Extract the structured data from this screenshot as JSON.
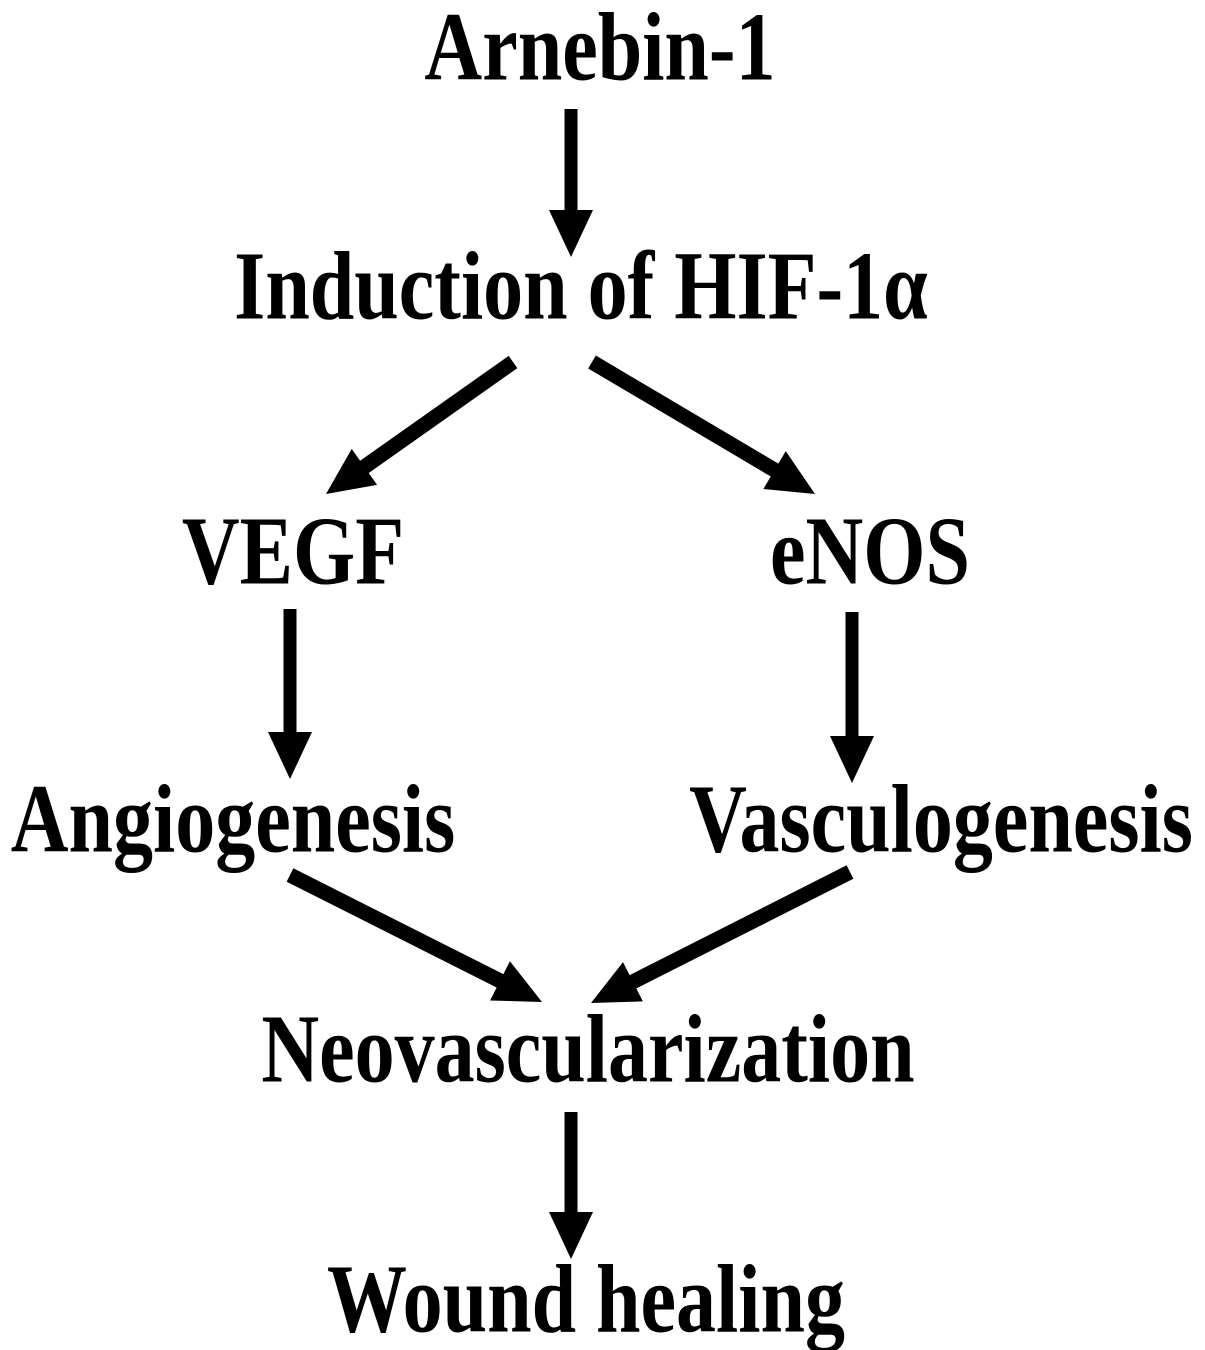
{
  "diagram": {
    "nodes": {
      "arnebin": {
        "label": "Arnebin-1"
      },
      "hif": {
        "label": "Induction of HIF-1α"
      },
      "vegf": {
        "label": "VEGF"
      },
      "enos": {
        "label": "eNOS"
      },
      "angiogenesis": {
        "label": "Angiogenesis"
      },
      "vasculogenesis": {
        "label": "Vasculogenesis"
      },
      "neovascularization": {
        "label": "Neovascularization"
      },
      "wound_healing": {
        "label": "Wound healing"
      }
    },
    "edges": [
      {
        "from": "Arnebin-1",
        "to": "Induction of HIF-1α"
      },
      {
        "from": "Induction of HIF-1α",
        "to": "VEGF"
      },
      {
        "from": "Induction of HIF-1α",
        "to": "eNOS"
      },
      {
        "from": "VEGF",
        "to": "Angiogenesis"
      },
      {
        "from": "eNOS",
        "to": "Vasculogenesis"
      },
      {
        "from": "Angiogenesis",
        "to": "Neovascularization"
      },
      {
        "from": "Vasculogenesis",
        "to": "Neovascularization"
      },
      {
        "from": "Neovascularization",
        "to": "Wound healing"
      }
    ],
    "colors": {
      "text": "#000000",
      "arrow": "#000000",
      "background": "#ffffff"
    }
  }
}
